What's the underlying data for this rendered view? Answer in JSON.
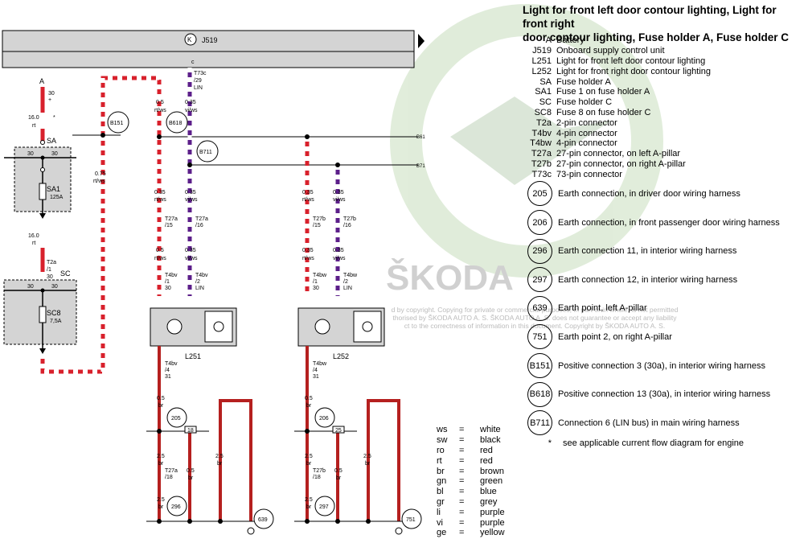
{
  "legend": {
    "title_line1": "Light for front left door contour lighting, Light for front right",
    "title_line2": "door contour lighting, Fuse holder A, Fuse holder C",
    "items": [
      {
        "code": "A",
        "desc": "Battery"
      },
      {
        "code": "J519",
        "desc": "Onboard supply control unit"
      },
      {
        "code": "L251",
        "desc": "Light for front left door contour lighting"
      },
      {
        "code": "L252",
        "desc": "Light for front right door contour lighting"
      },
      {
        "code": "SA",
        "desc": "Fuse holder A"
      },
      {
        "code": "SA1",
        "desc": "Fuse 1 on fuse holder A"
      },
      {
        "code": "SC",
        "desc": "Fuse holder C"
      },
      {
        "code": "SC8",
        "desc": "Fuse 8 on fuse holder C"
      },
      {
        "code": "T2a",
        "desc": "2-pin connector"
      },
      {
        "code": "T4bv",
        "desc": "4-pin connector"
      },
      {
        "code": "T4bw",
        "desc": "4-pin connector"
      },
      {
        "code": "T27a",
        "desc": "27-pin connector, on left A-pillar"
      },
      {
        "code": "T27b",
        "desc": "27-pin connector, on right A-pillar"
      },
      {
        "code": "T73c",
        "desc": "73-pin connector"
      }
    ],
    "circled": [
      {
        "code": "205",
        "desc": "Earth connection, in driver door wiring harness"
      },
      {
        "code": "206",
        "desc": "Earth connection, in front passenger door wiring harness"
      },
      {
        "code": "296",
        "desc": "Earth connection 11, in interior wiring harness"
      },
      {
        "code": "297",
        "desc": "Earth connection 12, in interior wiring harness"
      },
      {
        "code": "639",
        "desc": "Earth point, left A-pillar"
      },
      {
        "code": "751",
        "desc": "Earth point 2, on right A-pillar"
      },
      {
        "code": "B151",
        "desc": "Positive connection 3 (30a), in interior wiring harness"
      },
      {
        "code": "B618",
        "desc": "Positive connection 13 (30a), in interior wiring harness"
      },
      {
        "code": "B711",
        "desc": "Connection 6 (LIN bus) in main wiring harness"
      }
    ],
    "star_symbol": "*",
    "star_note": "see applicable current flow diagram for engine"
  },
  "colors": [
    {
      "abbr": "ws",
      "name": "white"
    },
    {
      "abbr": "sw",
      "name": "black"
    },
    {
      "abbr": "ro",
      "name": "red"
    },
    {
      "abbr": "rt",
      "name": "red"
    },
    {
      "abbr": "br",
      "name": "brown"
    },
    {
      "abbr": "gn",
      "name": "green"
    },
    {
      "abbr": "bl",
      "name": "blue"
    },
    {
      "abbr": "gr",
      "name": "grey"
    },
    {
      "abbr": "li",
      "name": "purple"
    },
    {
      "abbr": "vi",
      "name": "purple"
    },
    {
      "abbr": "ge",
      "name": "yellow"
    }
  ],
  "color_eq": "=",
  "watermark": {
    "brand": "ŠKODA",
    "line1": "d by copyright. Copying for private or commercial purposes, in part or in whole, is not permitted",
    "line2": "thorised by ŠKODA AUTO A. S. ŠKODA AUTO A. S. does not guarantee or accept any liability",
    "line3": "ct to the correctness of information in this document. Copyright by ŠKODA AUTO A. S."
  },
  "diagram": {
    "j519": "J519",
    "pin_c": "c",
    "t73c": "T73c",
    "t73c_pin": "/29",
    "lin": "LIN",
    "battery": "A",
    "bat_30": "30",
    "bat_plus": "+",
    "w160": "16.0",
    "w160_star": "*",
    "rt": "rt",
    "sa": "SA",
    "sa1": "SA1",
    "sa1_amp": "125A",
    "t2a": "T2a",
    "t2a_pin": "/1",
    "sc": "SC",
    "sc8": "SC8",
    "sc8_amp": "7,5A",
    "n30": "30",
    "b151": "B151",
    "b618": "B618",
    "b711": "B711",
    "b61": "B61",
    "b71": "B71",
    "w075": "0.75",
    "w05": "0.5",
    "w035": "0.35",
    "w25": "2.5",
    "rtws": "rt/ws",
    "viws": "vi/ws",
    "br": "br",
    "t27a": "T27a",
    "t27b": "T27b",
    "p15": "/15",
    "p16": "/16",
    "p18": "/18",
    "t4bv": "T4bv",
    "t4bw": "T4bw",
    "p1": "/1",
    "p2": "/2",
    "p4": "/4",
    "n31": "31",
    "l251": "L251",
    "l252": "L252",
    "e205": "205",
    "e206": "206",
    "e296": "296",
    "e297": "297",
    "e639": "639",
    "e751": "751",
    "ref18": "18",
    "ref25": "25",
    "wire_red": "#d8212c",
    "wire_purple": "#5c1f8a",
    "wire_brown": "#b5201f"
  }
}
